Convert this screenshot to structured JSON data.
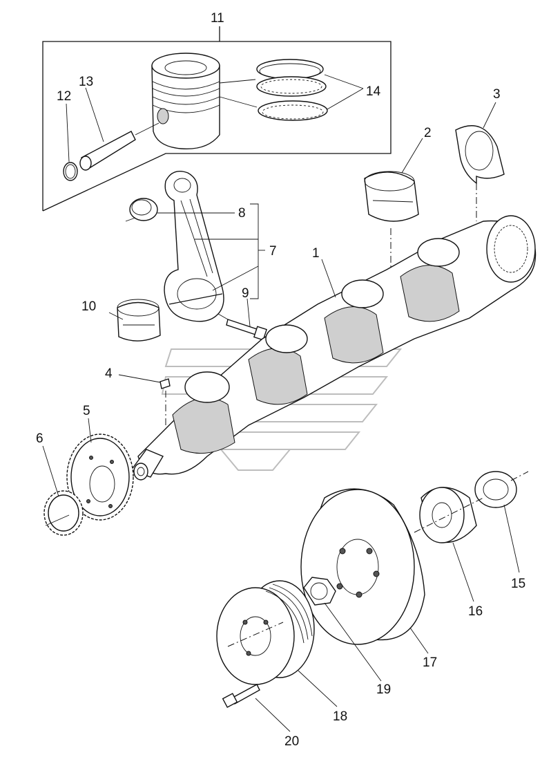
{
  "callouts": {
    "c1": "1",
    "c2": "2",
    "c3": "3",
    "c4": "4",
    "c5": "5",
    "c6": "6",
    "c7": "7",
    "c8": "8",
    "c9": "9",
    "c10": "10",
    "c11": "11",
    "c12": "12",
    "c13": "13",
    "c14": "14",
    "c15": "15",
    "c16": "16",
    "c17": "17",
    "c18": "18",
    "c19": "19",
    "c20": "20"
  },
  "icons": {
    "watermark": "brand-watermark-icon"
  }
}
